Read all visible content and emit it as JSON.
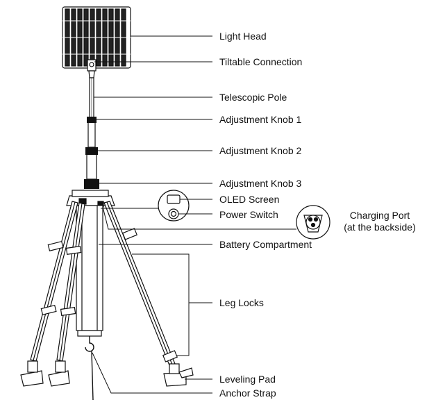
{
  "labels": {
    "light_head": "Light Head",
    "tiltable_connection": "Tiltable Connection",
    "telescopic_pole": "Telescopic Pole",
    "adjustment_knob_1": "Adjustment Knob 1",
    "adjustment_knob_2": "Adjustment Knob 2",
    "adjustment_knob_3": "Adjustment Knob 3",
    "oled_screen": "OLED Screen",
    "power_switch": "Power Switch",
    "charging_port_line1": "Charging Port",
    "charging_port_line2": "(at the backside)",
    "battery_compartment": "Battery Compartment",
    "leg_locks": "Leg Locks",
    "leveling_pad": "Leveling Pad",
    "anchor_strap": "Anchor Strap"
  },
  "colors": {
    "line": "#111111",
    "fill": "#ffffff"
  }
}
